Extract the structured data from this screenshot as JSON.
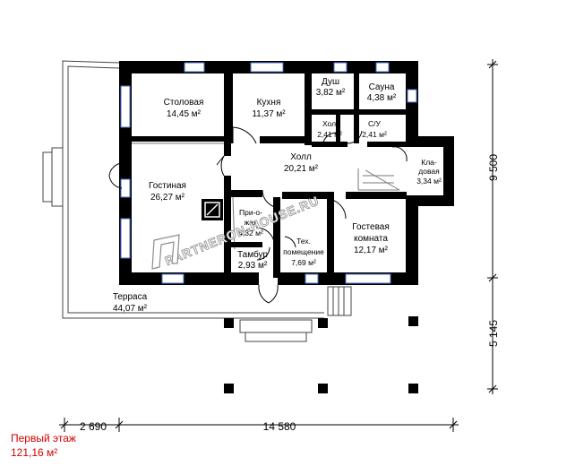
{
  "plan": {
    "rooms": [
      {
        "id": "stolovaya",
        "name": "Столовая",
        "area": "14,45 м²"
      },
      {
        "id": "kuhnya",
        "name": "Кухня",
        "area": "11,37 м²"
      },
      {
        "id": "dush",
        "name": "Душ",
        "area": "3,82 м²"
      },
      {
        "id": "sauna",
        "name": "Сауна",
        "area": "4,38 м²"
      },
      {
        "id": "holl-small",
        "name": "Холл",
        "area": "2,41 м²"
      },
      {
        "id": "su",
        "name": "С/У",
        "area": "2,41 м²"
      },
      {
        "id": "holl",
        "name": "Холл",
        "area": "20,21 м²"
      },
      {
        "id": "kladovaya",
        "name_lines": [
          "Кла-",
          "довая"
        ],
        "area": "3,34 м²"
      },
      {
        "id": "gostinaya",
        "name": "Гостиная",
        "area": "26,27 м²"
      },
      {
        "id": "prihozhaya",
        "name_lines": [
          "При-о-",
          "жая"
        ],
        "area": "4,32 м²"
      },
      {
        "id": "tambur",
        "name": "Тамбур",
        "area": "2,93 м²"
      },
      {
        "id": "tech",
        "name_lines": [
          "Тех.",
          "помещение"
        ],
        "area": "7,69 м²"
      },
      {
        "id": "gostevaya",
        "name_lines": [
          "Гостевая",
          "комната"
        ],
        "area": "12,17 м²"
      },
      {
        "id": "terrasa",
        "name": "Терраса",
        "area": "44,07 м²"
      }
    ],
    "dimensions": {
      "bottom_left": "2 690",
      "bottom_main": "14 580",
      "right_top": "9 500",
      "right_bottom": "5 145"
    },
    "watermark": "PARTNERON-HOUSE.RU",
    "floor_caption": {
      "title": "Первый этаж",
      "area": "121,16 м²"
    }
  }
}
